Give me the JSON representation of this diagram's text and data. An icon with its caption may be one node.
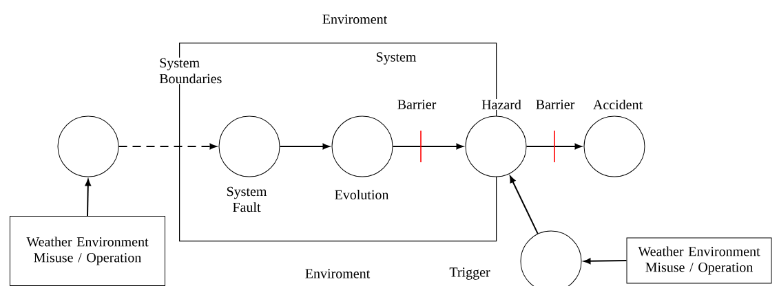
{
  "diagram": {
    "nodes": [
      {
        "text": [
          "System"
        ]
      },
      {
        "text": [],
        "shape": "circle"
      },
      {
        "text": [
          "System Fault"
        ],
        "in": 0
      },
      {
        "text": [
          "Evolution"
        ],
        "in": 0
      },
      {
        "text": [
          "Hazard"
        ]
      },
      {
        "text": [
          "Accident"
        ]
      },
      {
        "text": [
          "Trigger"
        ]
      },
      {
        "text": [
          "Weather Environment Misuse / Operation"
        ]
      },
      {
        "text": [
          "Weather Environment Misuse / Operation"
        ]
      }
    ],
    "edges": [
      {
        "from": 1,
        "to": 2,
        "arrow": "to",
        "style": "dashed"
      },
      {
        "from": 2,
        "to": 3,
        "arrow": "to"
      },
      {
        "from": 3,
        "to": 4,
        "arrow": "to"
      },
      {
        "from": 4,
        "to": 5,
        "arrow": "to"
      },
      {
        "from": 7,
        "to": 1,
        "arrow": "to"
      },
      {
        "from": 8,
        "to": 6,
        "arrow": "to"
      },
      {
        "from": 6,
        "to": 4,
        "arrow": "to"
      }
    ],
    "labels": [
      "Enviroment",
      "System Boundaries",
      "Barrier",
      "Barrier",
      "Enviroment"
    ]
  }
}
